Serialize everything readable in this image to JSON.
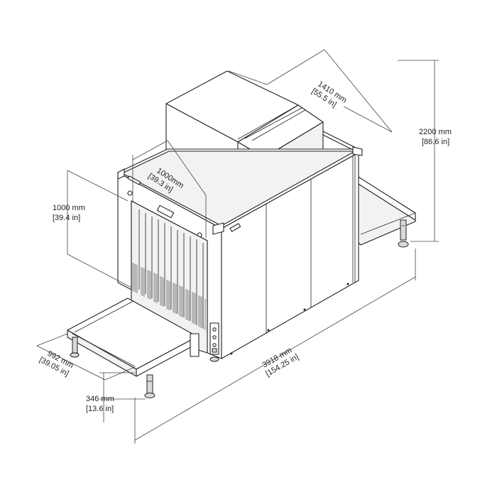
{
  "dimensions": {
    "height_total": {
      "mm": "2200 mm",
      "in": "[86.6 in]"
    },
    "depth_top": {
      "mm": "1410 mm",
      "in": "[55.5 in]"
    },
    "tunnel_width": {
      "mm": "1000mm",
      "in": "[39.3 in]"
    },
    "tunnel_height": {
      "mm": "1000 mm",
      "in": "[39.4 in]"
    },
    "conveyor_width": {
      "mm": "992 mm",
      "in": "[39.05 in]"
    },
    "conveyor_height": {
      "mm": "346 mm",
      "in": "[13.6 in]"
    },
    "length_total": {
      "mm": "3918 mm",
      "in": "[154.25 in]"
    }
  }
}
